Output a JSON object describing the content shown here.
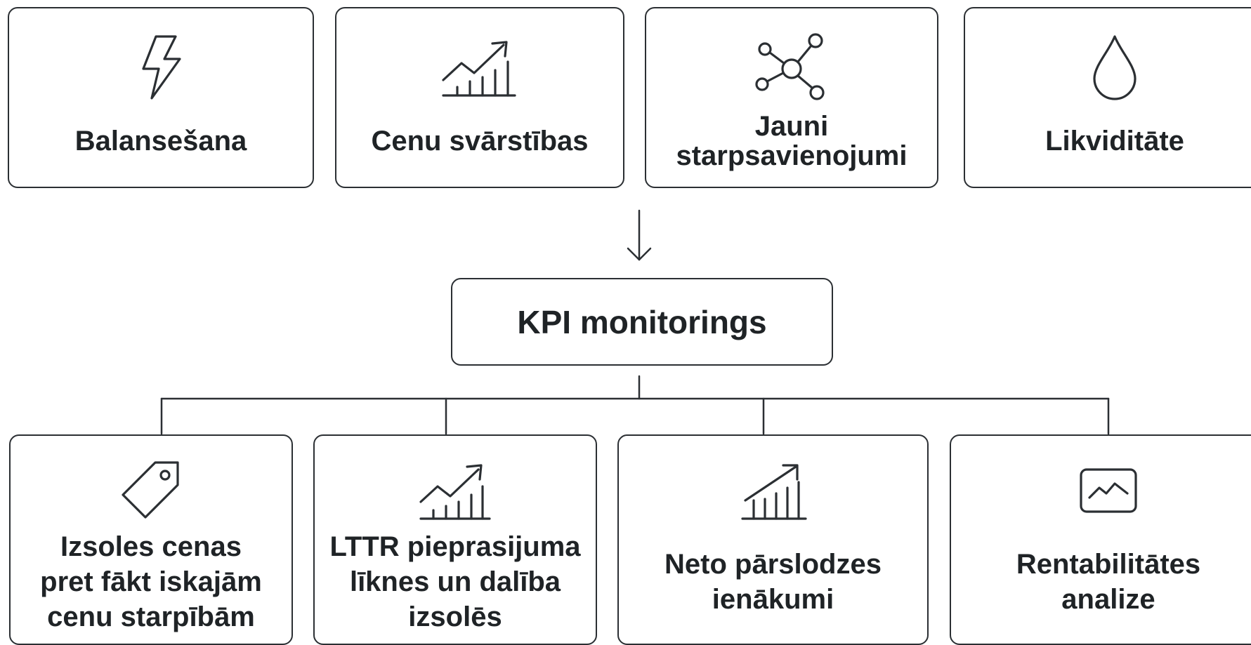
{
  "top_row": [
    {
      "label": "Balansešana",
      "icon": "lightning-bolt-icon"
    },
    {
      "label": "Cenu svārstības",
      "icon": "rising-chart-icon"
    },
    {
      "label": "Jauni\nstarpsavienojumi",
      "icon": "network-nodes-icon"
    },
    {
      "label": "Likviditāte",
      "icon": "drop-icon"
    }
  ],
  "center": {
    "label": "KPI monitorings"
  },
  "bottom_row": [
    {
      "label": "Izsoles cenas\npret fākt iskajām\ncenu starpībām",
      "icon": "price-tag-icon"
    },
    {
      "label": "LTTR pieprasijuma\nlīknes un dalība\nizsolēs",
      "icon": "rising-chart-icon"
    },
    {
      "label": "Neto pārslodzes\nienākumi",
      "icon": "bar-chart-arrow-icon"
    },
    {
      "label": "Rentabilitātes\nanalize",
      "icon": "monitor-chart-icon"
    }
  ]
}
